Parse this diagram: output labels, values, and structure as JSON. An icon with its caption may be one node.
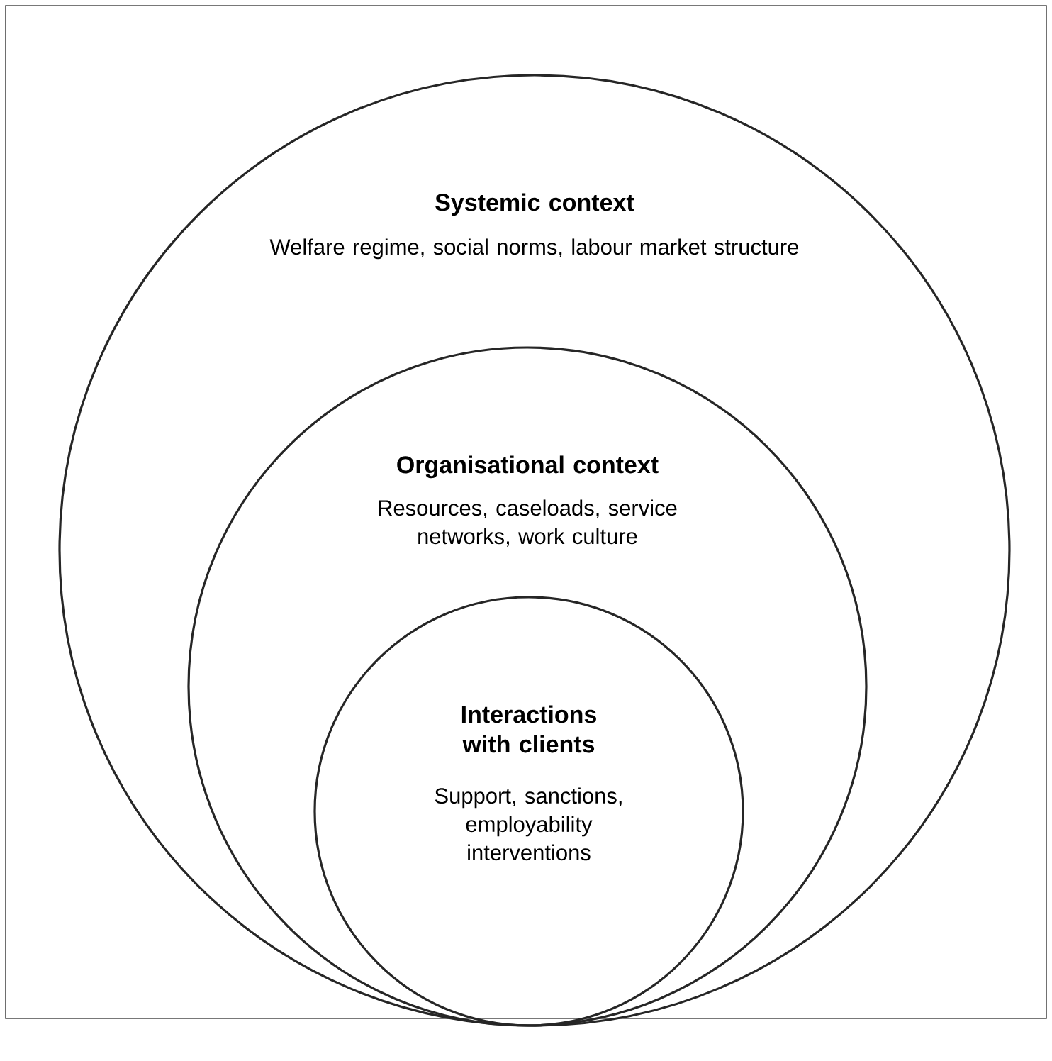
{
  "diagram": {
    "nodes": [
      {
        "text": [
          "Systemic context",
          "Welfare regime, social norms, labour market structure"
        ]
      },
      {
        "text": [
          "Organisational context",
          "Resources, caseloads, service networks, work culture"
        ],
        "in": 0
      },
      {
        "text": [
          "Interactions with clients",
          "Support, sanctions, employability interventions"
        ],
        "in": 1
      }
    ]
  }
}
